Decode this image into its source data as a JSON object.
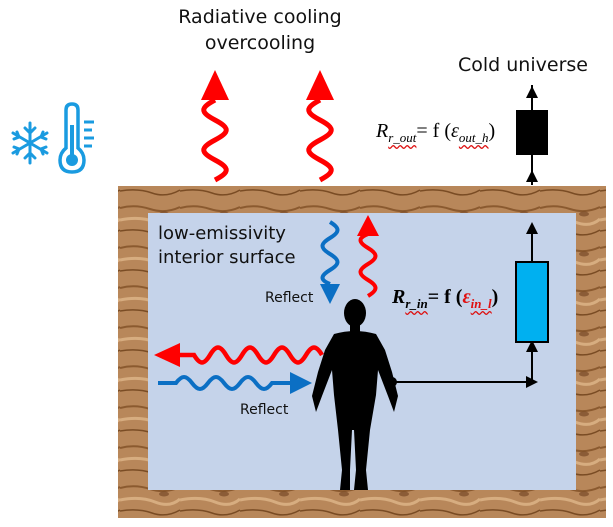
{
  "labels": {
    "radiative_cooling_line1": "Radiative cooling",
    "radiative_cooling_line2": "overcooling",
    "cold_universe": "Cold universe",
    "low_emissivity_line1": "low-emissivity",
    "low_emissivity_line2": "interior surface",
    "reflect_top": "Reflect",
    "reflect_bottom": "Reflect"
  },
  "equations": {
    "r_out_base": "R",
    "r_out_sub": "r_out",
    "r_out_rhs": "= f (",
    "r_out_eps": "ε",
    "r_out_eps_sub": "out_h",
    "r_out_close": ")",
    "r_in_base": "R",
    "r_in_sub": "r_in",
    "r_in_rhs": "= f (",
    "r_in_eps": "ε",
    "r_in_eps_sub": "in_l",
    "r_in_close": ")"
  },
  "icons": [
    "snowflake-icon",
    "thermometer-icon",
    "human-silhouette-icon"
  ],
  "colors": {
    "room_interior": "#c5d3ea",
    "wood_wall": "#b8875a",
    "heat_red": "#ff0000",
    "reflect_blue": "#0b6fc4",
    "resistor_inner": "#00b0f0",
    "resistor_outer": "#000000"
  }
}
